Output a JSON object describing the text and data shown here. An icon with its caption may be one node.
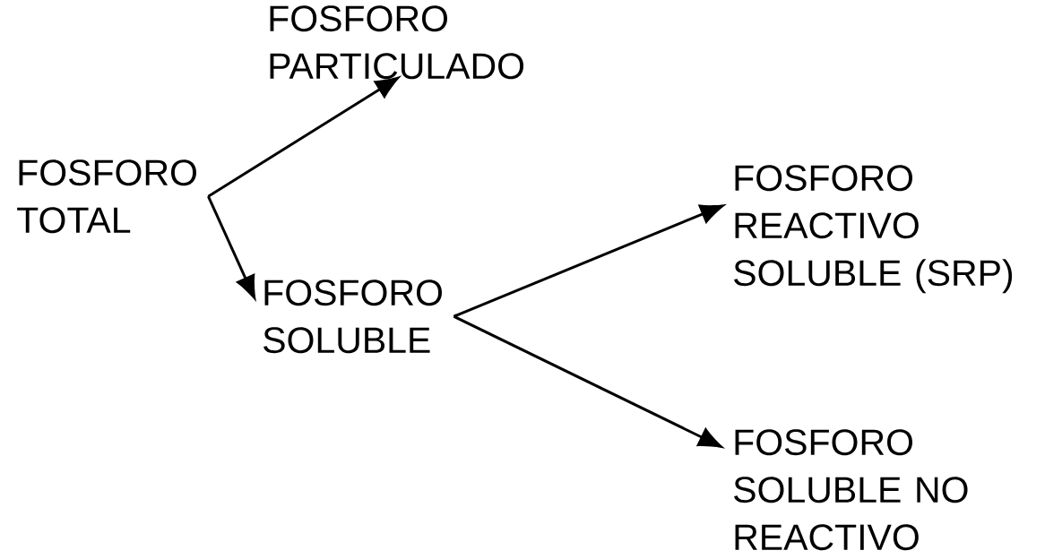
{
  "diagram": {
    "nodes": [
      {
        "text": [
          "FOSFORO TOTAL"
        ]
      },
      {
        "text": [
          "FOSFORO PARTICULADO"
        ]
      },
      {
        "text": [
          "FOSFORO SOLUBLE"
        ]
      },
      {
        "text": [
          "FOSFORO REACTIVO SOLUBLE (SRP)"
        ]
      },
      {
        "text": [
          "FOSFORO SOLUBLE NO REACTIVO"
        ]
      }
    ],
    "edges": [
      {
        "from": 0,
        "to": 1,
        "arrow": "to"
      },
      {
        "from": 0,
        "to": 2,
        "arrow": "to"
      },
      {
        "from": 2,
        "to": 3,
        "arrow": "to"
      },
      {
        "from": 2,
        "to": 4,
        "arrow": "to"
      }
    ]
  }
}
